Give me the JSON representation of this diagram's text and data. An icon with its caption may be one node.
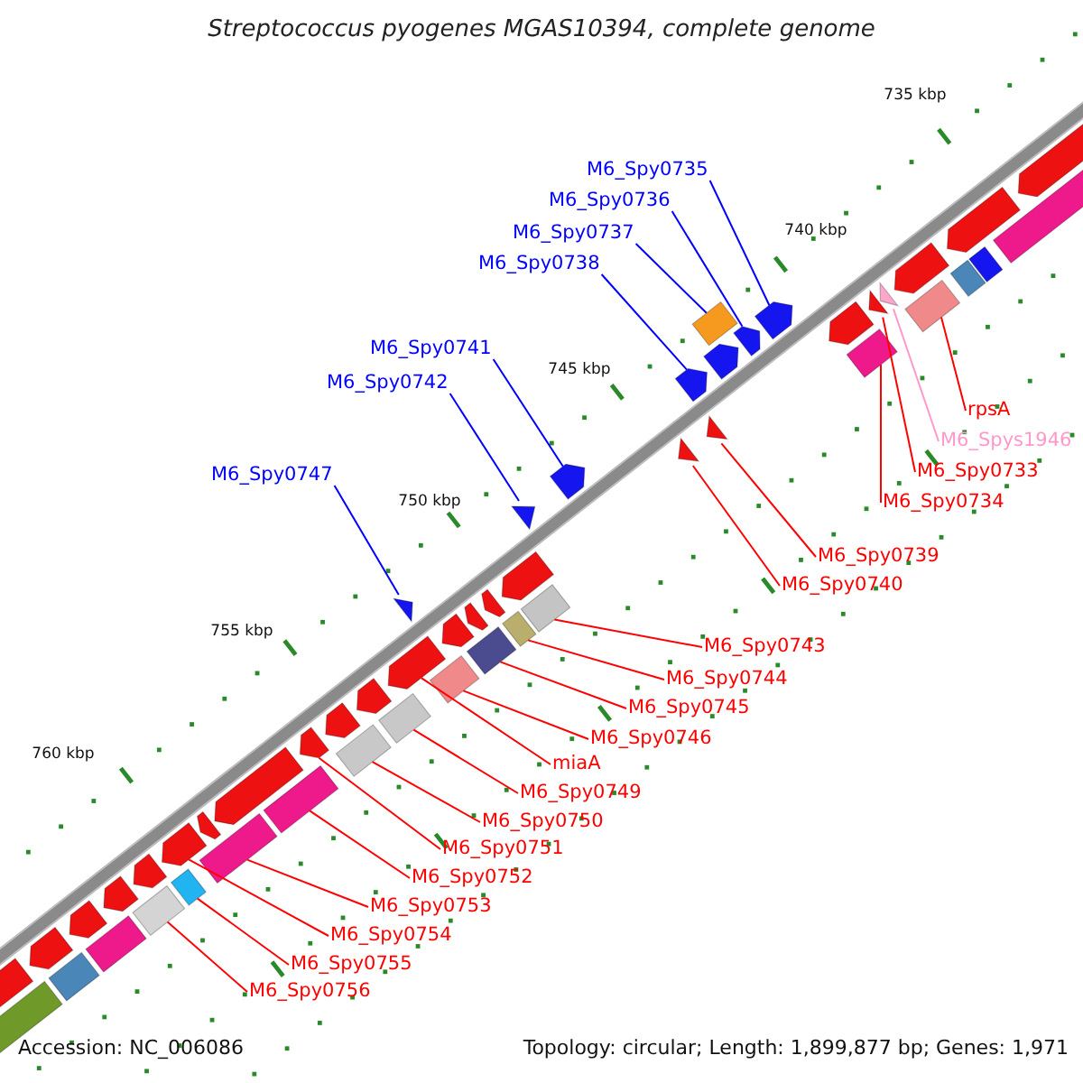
{
  "diagram": {
    "title": "Streptococcus pyogenes MGAS10394, complete genome",
    "nodes": [
      {
        "text": [
          "M6_Spy0735"
        ]
      },
      {
        "text": [
          "M6_Spy0736"
        ]
      },
      {
        "text": [
          "M6_Spy0737"
        ]
      },
      {
        "text": [
          "M6_Spy0738"
        ]
      },
      {
        "text": [
          "M6_Spy0741"
        ]
      },
      {
        "text": [
          "M6_Spy0742"
        ]
      },
      {
        "text": [
          "rpsA"
        ]
      },
      {
        "text": [
          "M6_Spys1946"
        ]
      },
      {
        "text": [
          "M6_Spy0733"
        ]
      },
      {
        "text": [
          "M6_Spy0747"
        ]
      },
      {
        "text": [
          "M6_Spy0734"
        ]
      },
      {
        "text": [
          "M6_Spy0739"
        ]
      },
      {
        "text": [
          "M6_Spy0740"
        ]
      },
      {
        "text": [
          "M6_Spy0743"
        ]
      },
      {
        "text": [
          "M6_Spy0744"
        ]
      },
      {
        "text": [
          "M6_Spy0745"
        ]
      },
      {
        "text": [
          "M6_Spy0746"
        ]
      },
      {
        "text": [
          "miaA"
        ]
      },
      {
        "text": [
          "M6_Spy0749"
        ]
      },
      {
        "text": [
          "M6_Spy0750"
        ]
      },
      {
        "text": [
          "M6_Spy0751"
        ]
      },
      {
        "text": [
          "M6_Spy0752"
        ]
      },
      {
        "text": [
          "M6_Spy0753"
        ]
      },
      {
        "text": [
          "M6_Spy0754"
        ]
      },
      {
        "text": [
          "M6_Spy0755"
        ]
      },
      {
        "text": [
          "M6_Spy0756"
        ]
      },
      {
        "text": [],
        "shape": "pentagon"
      },
      {
        "text": [],
        "shape": "pentagon"
      },
      {
        "text": [],
        "shape": "box"
      },
      {
        "text": [],
        "shape": "pentagon"
      },
      {
        "text": [],
        "shape": "pentagon"
      },
      {
        "text": [],
        "shape": "triangle"
      },
      {
        "text": [],
        "shape": "box"
      },
      {
        "text": [],
        "shape": "triangle"
      },
      {
        "text": [],
        "shape": "triangle"
      },
      {
        "text": [],
        "shape": "triangle"
      },
      {
        "text": [],
        "shape": "box"
      },
      {
        "text": [],
        "shape": "triangle"
      },
      {
        "text": [],
        "shape": "triangle"
      },
      {
        "text": [],
        "shape": "box"
      },
      {
        "text": [],
        "shape": "box"
      },
      {
        "text": [],
        "shape": "box"
      },
      {
        "text": [],
        "shape": "box"
      },
      {
        "text": [],
        "shape": "pentagon"
      },
      {
        "text": [],
        "shape": "box"
      },
      {
        "text": [],
        "shape": "box"
      },
      {
        "text": [],
        "shape": "pentagon"
      },
      {
        "text": [],
        "shape": "box"
      },
      {
        "text": [],
        "shape": "box"
      },
      {
        "text": [],
        "shape": "pentagon"
      },
      {
        "text": [],
        "shape": "box"
      },
      {
        "text": [],
        "shape": "box"
      },
      {
        "text": [],
        "shape": "pentagon"
      },
      {
        "text": [],
        "shape": "pentagon"
      },
      {
        "text": [],
        "shape": "pentagon"
      },
      {
        "text": [],
        "shape": "pentagon"
      },
      {
        "text": [],
        "shape": "pentagon"
      },
      {
        "text": [],
        "shape": "pentagon"
      },
      {
        "text": [],
        "shape": "pentagon"
      },
      {
        "text": [],
        "shape": "pentagon"
      },
      {
        "text": [],
        "shape": "pentagon"
      },
      {
        "text": [],
        "shape": "pentagon"
      },
      {
        "text": [],
        "shape": "pentagon"
      },
      {
        "text": [],
        "shape": "pentagon"
      },
      {
        "text": [],
        "shape": "pentagon"
      },
      {
        "text": [],
        "shape": "pentagon"
      },
      {
        "text": [],
        "shape": "pentagon"
      },
      {
        "text": [],
        "shape": "pentagon"
      },
      {
        "text": [],
        "shape": "pentagon"
      },
      {
        "text": [],
        "shape": "pentagon"
      },
      {
        "text": [],
        "shape": "box"
      },
      {
        "text": [],
        "shape": "box"
      },
      {
        "text": [],
        "shape": "box"
      },
      {
        "text": [],
        "shape": "box"
      },
      {
        "text": [],
        "shape": "box"
      },
      {
        "text": [],
        "shape": "box"
      }
    ],
    "edges": [
      {
        "from": 0,
        "to": 26,
        "arrow": "none",
        "color": "#0000ff"
      },
      {
        "from": 1,
        "to": 27,
        "arrow": "none",
        "color": "#0000ff"
      },
      {
        "from": 2,
        "to": 28,
        "arrow": "none",
        "color": "#0000ff"
      },
      {
        "from": 3,
        "to": 29,
        "arrow": "none",
        "color": "#0000ff"
      },
      {
        "from": 4,
        "to": 30,
        "arrow": "none",
        "color": "#0000ff"
      },
      {
        "from": 5,
        "to": 31,
        "arrow": "none",
        "color": "#0000ff"
      },
      {
        "from": 6,
        "to": 32,
        "arrow": "none"
      },
      {
        "from": 7,
        "to": 33,
        "arrow": "none",
        "color": "#ff99cc"
      },
      {
        "from": 8,
        "to": 34,
        "arrow": "none"
      },
      {
        "from": 9,
        "to": 35,
        "arrow": "none",
        "color": "#0000ff"
      },
      {
        "from": 10,
        "to": 36,
        "arrow": "none"
      },
      {
        "from": 11,
        "to": 37,
        "arrow": "none"
      },
      {
        "from": 12,
        "to": 38,
        "arrow": "none"
      },
      {
        "from": 13,
        "to": 39,
        "arrow": "none"
      },
      {
        "from": 14,
        "to": 40,
        "arrow": "none"
      },
      {
        "from": 15,
        "to": 41,
        "arrow": "none"
      },
      {
        "from": 16,
        "to": 42,
        "arrow": "none"
      },
      {
        "from": 17,
        "to": 43,
        "arrow": "none"
      },
      {
        "from": 18,
        "to": 44,
        "arrow": "none"
      },
      {
        "from": 19,
        "to": 45,
        "arrow": "none"
      },
      {
        "from": 20,
        "to": 46,
        "arrow": "none"
      },
      {
        "from": 21,
        "to": 47,
        "arrow": "none"
      },
      {
        "from": 22,
        "to": 48,
        "arrow": "none"
      },
      {
        "from": 23,
        "to": 49,
        "arrow": "none"
      },
      {
        "from": 24,
        "to": 50,
        "arrow": "none"
      },
      {
        "from": 25,
        "to": 51,
        "arrow": "none"
      }
    ],
    "labels": [
      "735 kbp",
      "740 kbp",
      "745 kbp",
      "750 kbp",
      "755 kbp",
      "760 kbp",
      "Accession: NC_006086",
      "Topology: circular; Length: 1,899,877 bp; Genes: 1,971"
    ]
  }
}
